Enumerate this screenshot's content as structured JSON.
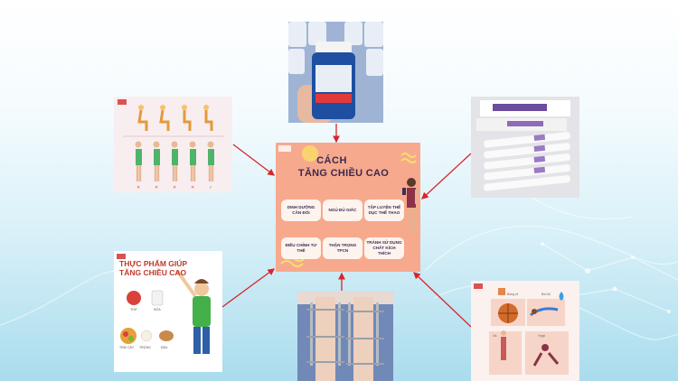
{
  "center_card": {
    "title_line1": "CÁCH",
    "title_line2": "TĂNG CHIỀU CAO",
    "items": [
      {
        "label": "DINH DƯỠNG CÂN ĐỐI"
      },
      {
        "label": "NGỦ ĐỦ GIẤC"
      },
      {
        "label": "TẬP LUYỆN THỂ DỤC THỂ THAO"
      },
      {
        "label": "ĐIỀU CHỈNH TƯ THẾ"
      },
      {
        "label": "THẬN TRỌNG TPCN"
      },
      {
        "label": "TRÁNH SỬ DỤNG CHẤT KÍCH THÍCH"
      }
    ]
  },
  "food_panel": {
    "title": "THỰC PHẨM GIÚP TĂNG CHIỀU CAO"
  },
  "colors": {
    "arrow": "#d7262b",
    "card_bg": "#f7a98d",
    "pill_bg": "#fdf4ee",
    "title_text": "#3a2a4d"
  }
}
